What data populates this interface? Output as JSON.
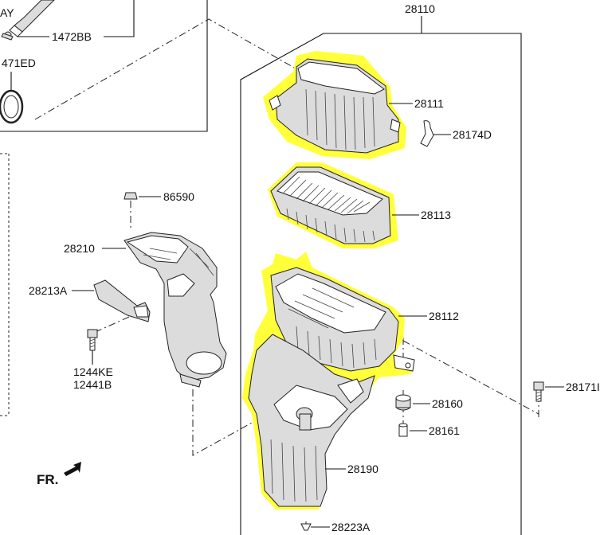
{
  "diagram": {
    "highlight_color": "#ffff3a",
    "labels": {
      "assembly": "28110",
      "cover": "28111",
      "clip": "28174D",
      "filter": "28113",
      "body": "28112",
      "bolt_right": "28171I",
      "grommet": "28160",
      "bushing": "28161",
      "lower_body": "28190",
      "bottom_clip": "28223A",
      "duct": "28210",
      "bracket": "28213A",
      "screw_top": "86590",
      "bolt_left_1": "1244KE",
      "bolt_left_2": "12441B",
      "clamp_top": "1472BB",
      "clamp_ring": "471ED",
      "partial_top_left": "AY",
      "front_marker": "FR."
    }
  }
}
